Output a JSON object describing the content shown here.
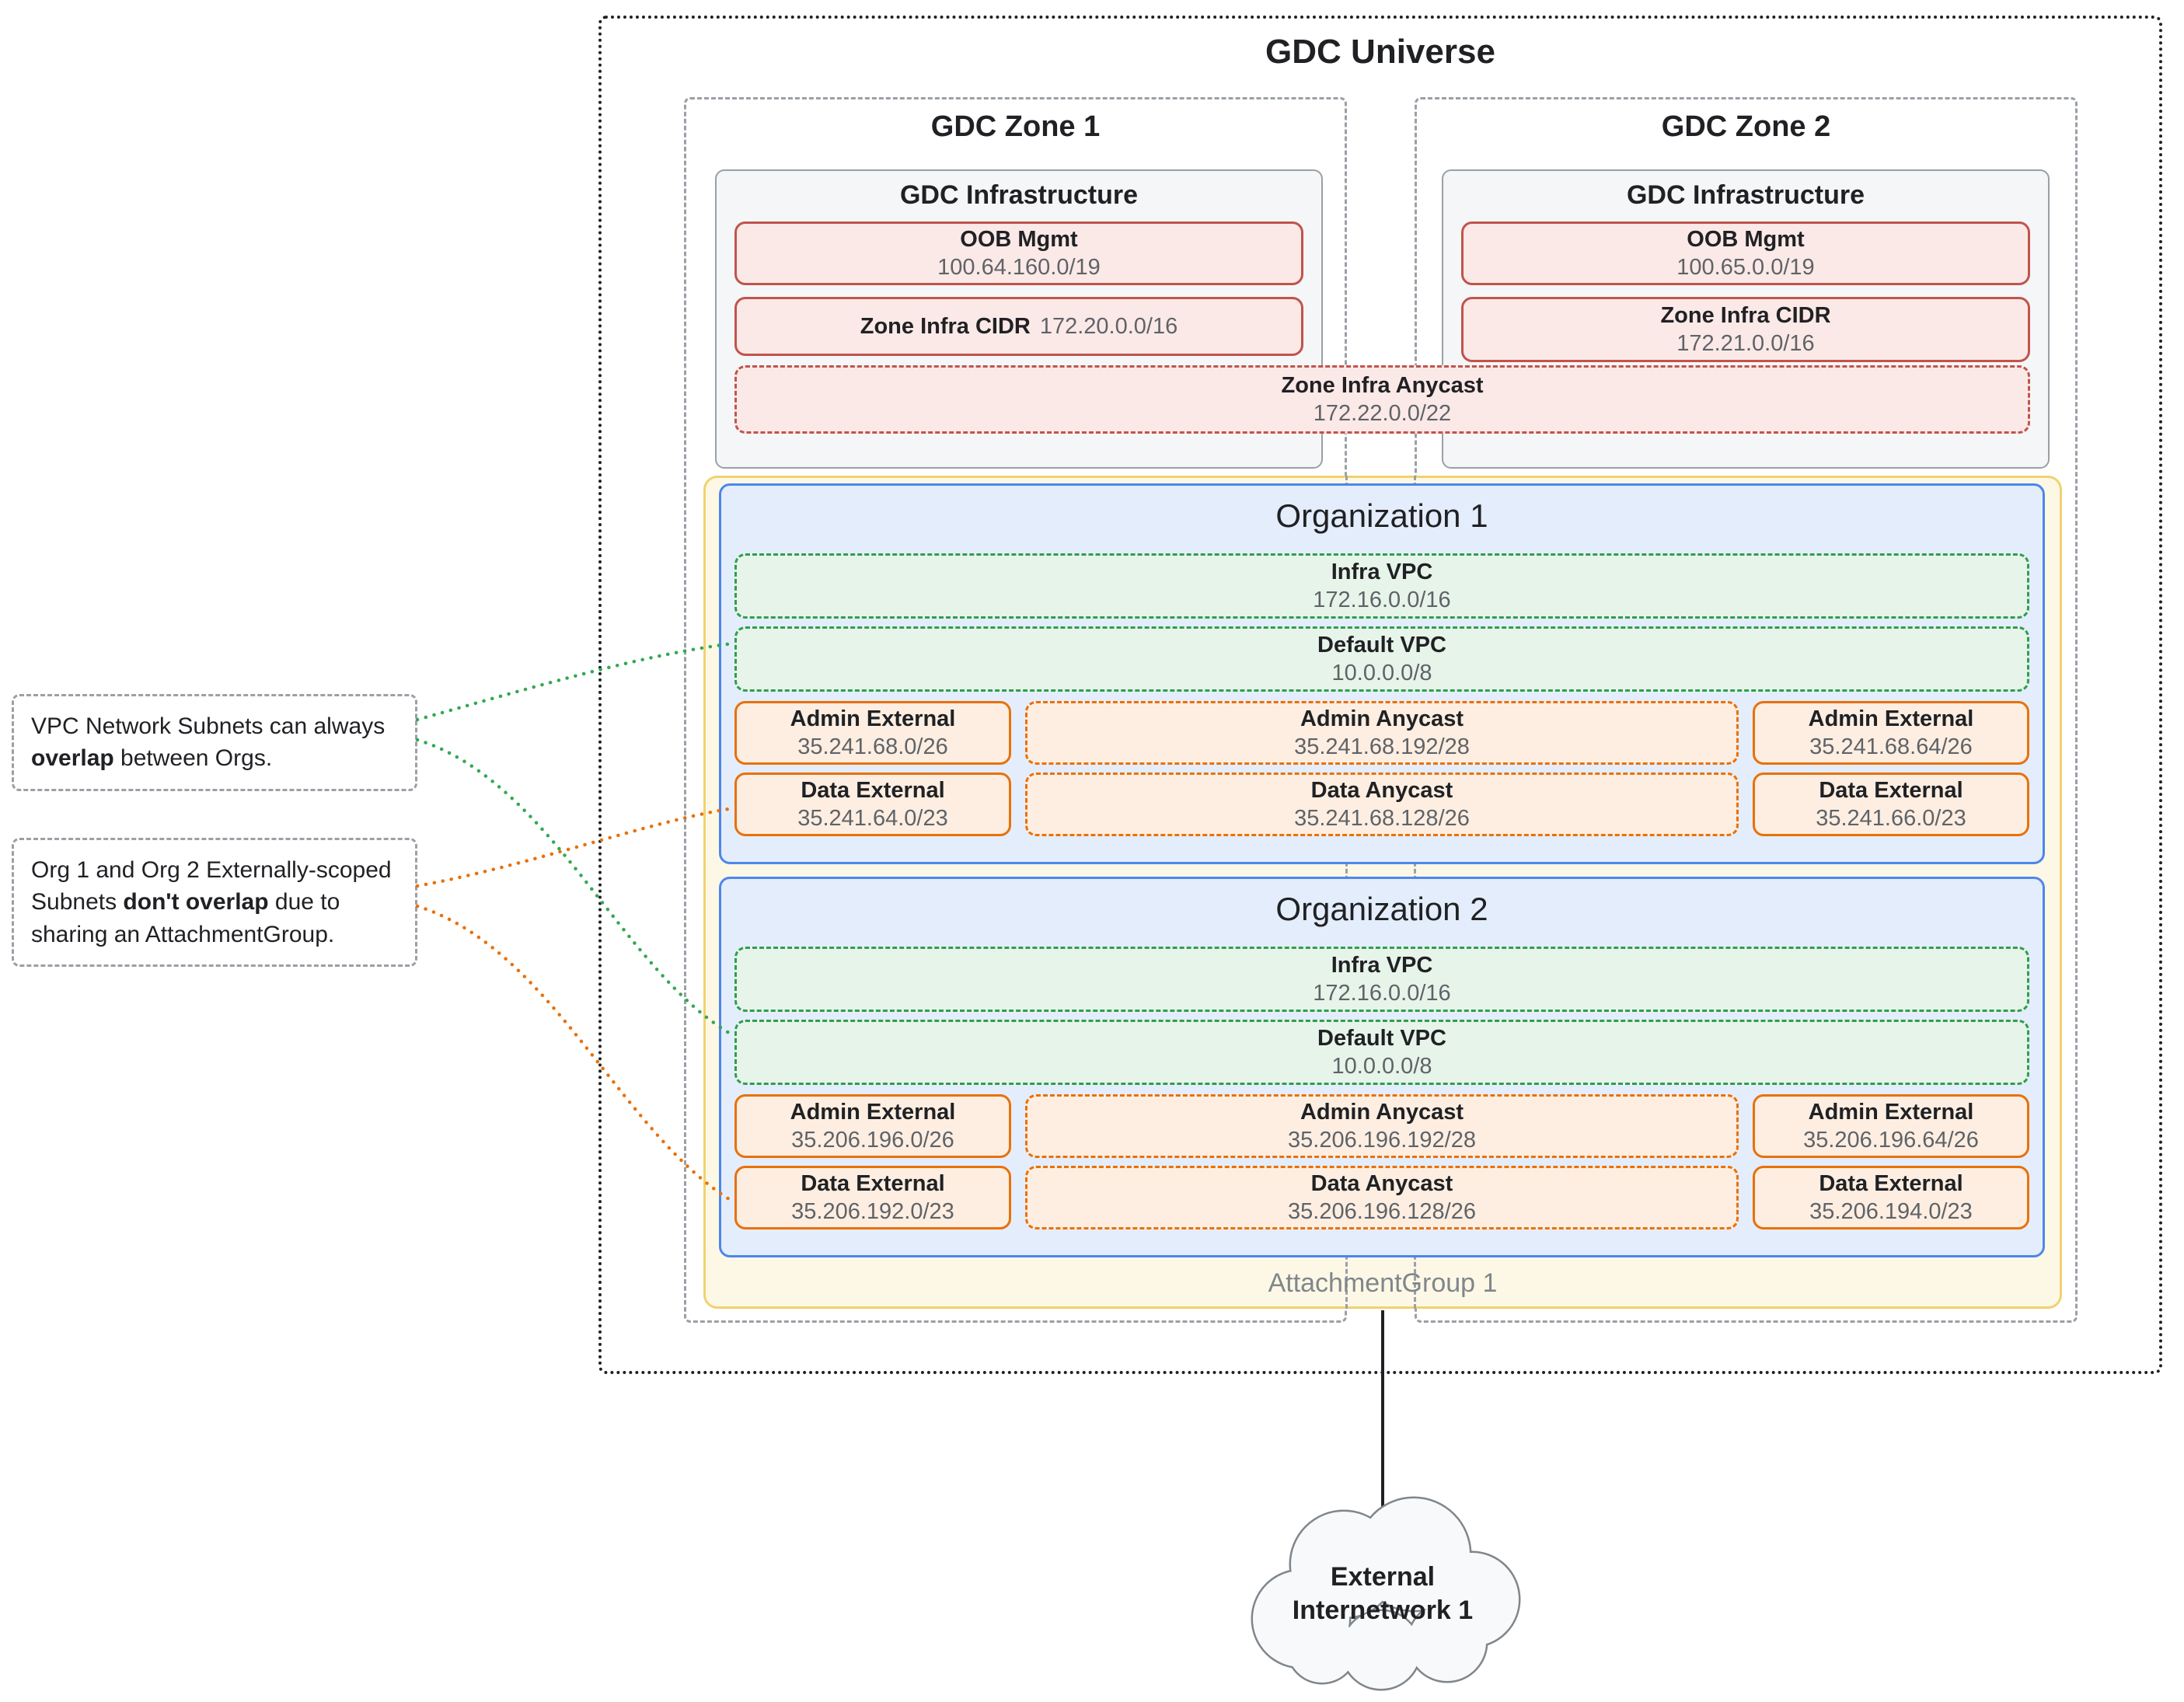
{
  "universe": {
    "title": "GDC Universe"
  },
  "zone1": {
    "title": "GDC Zone 1",
    "infra_title": "GDC Infrastructure",
    "oob_label": "OOB Mgmt",
    "oob_cidr": "100.64.160.0/19",
    "cidr_label": "Zone Infra CIDR",
    "cidr_value": "172.20.0.0/16"
  },
  "zone2": {
    "title": "GDC Zone 2",
    "infra_title": "GDC Infrastructure",
    "oob_label": "OOB Mgmt",
    "oob_cidr": "100.65.0.0/19",
    "cidr_label": "Zone Infra CIDR",
    "cidr_value": "172.21.0.0/16"
  },
  "anycast": {
    "label": "Zone Infra Anycast",
    "cidr": "172.22.0.0/22"
  },
  "attachment_group": {
    "label": "AttachmentGroup 1"
  },
  "org1": {
    "title": "Organization 1",
    "infra_vpc_label": "Infra VPC",
    "infra_vpc_cidr": "172.16.0.0/16",
    "default_vpc_label": "Default VPC",
    "default_vpc_cidr": "10.0.0.0/8",
    "admin_ext_left_label": "Admin External",
    "admin_ext_left_cidr": "35.241.68.0/26",
    "admin_anycast_label": "Admin Anycast",
    "admin_anycast_cidr": "35.241.68.192/28",
    "admin_ext_right_label": "Admin External",
    "admin_ext_right_cidr": "35.241.68.64/26",
    "data_ext_left_label": "Data External",
    "data_ext_left_cidr": "35.241.64.0/23",
    "data_anycast_label": "Data Anycast",
    "data_anycast_cidr": "35.241.68.128/26",
    "data_ext_right_label": "Data External",
    "data_ext_right_cidr": "35.241.66.0/23"
  },
  "org2": {
    "title": "Organization 2",
    "infra_vpc_label": "Infra VPC",
    "infra_vpc_cidr": "172.16.0.0/16",
    "default_vpc_label": "Default VPC",
    "default_vpc_cidr": "10.0.0.0/8",
    "admin_ext_left_label": "Admin External",
    "admin_ext_left_cidr": "35.206.196.0/26",
    "admin_anycast_label": "Admin Anycast",
    "admin_anycast_cidr": "35.206.196.192/28",
    "admin_ext_right_label": "Admin External",
    "admin_ext_right_cidr": "35.206.196.64/26",
    "data_ext_left_label": "Data External",
    "data_ext_left_cidr": "35.206.192.0/23",
    "data_anycast_label": "Data Anycast",
    "data_anycast_cidr": "35.206.196.128/26",
    "data_ext_right_label": "Data External",
    "data_ext_right_cidr": "35.206.194.0/23"
  },
  "annotation1": {
    "before": "VPC Network Subnets can always ",
    "bold": "overlap",
    "after": " between Orgs."
  },
  "annotation2": {
    "before": "Org 1 and Org 2 Externally-scoped Subnets ",
    "bold": "don't overlap",
    "after": " due to sharing an AttachmentGroup."
  },
  "cloud": {
    "label": "External Internetwork 1"
  },
  "colors": {
    "red_border": "#c0544c",
    "red_fill": "#fbe9e7",
    "green_border": "#2f9e4e",
    "green_fill": "#e7f4ea",
    "orange_border": "#e8710a",
    "orange_fill": "#fdeee1",
    "blue_border": "#4e86ec",
    "blue_fill": "#e4edfb",
    "yellow_border": "#f0d26e",
    "yellow_fill": "#fdf8e6",
    "connector_green": "#34a853",
    "connector_orange": "#e8710a"
  }
}
